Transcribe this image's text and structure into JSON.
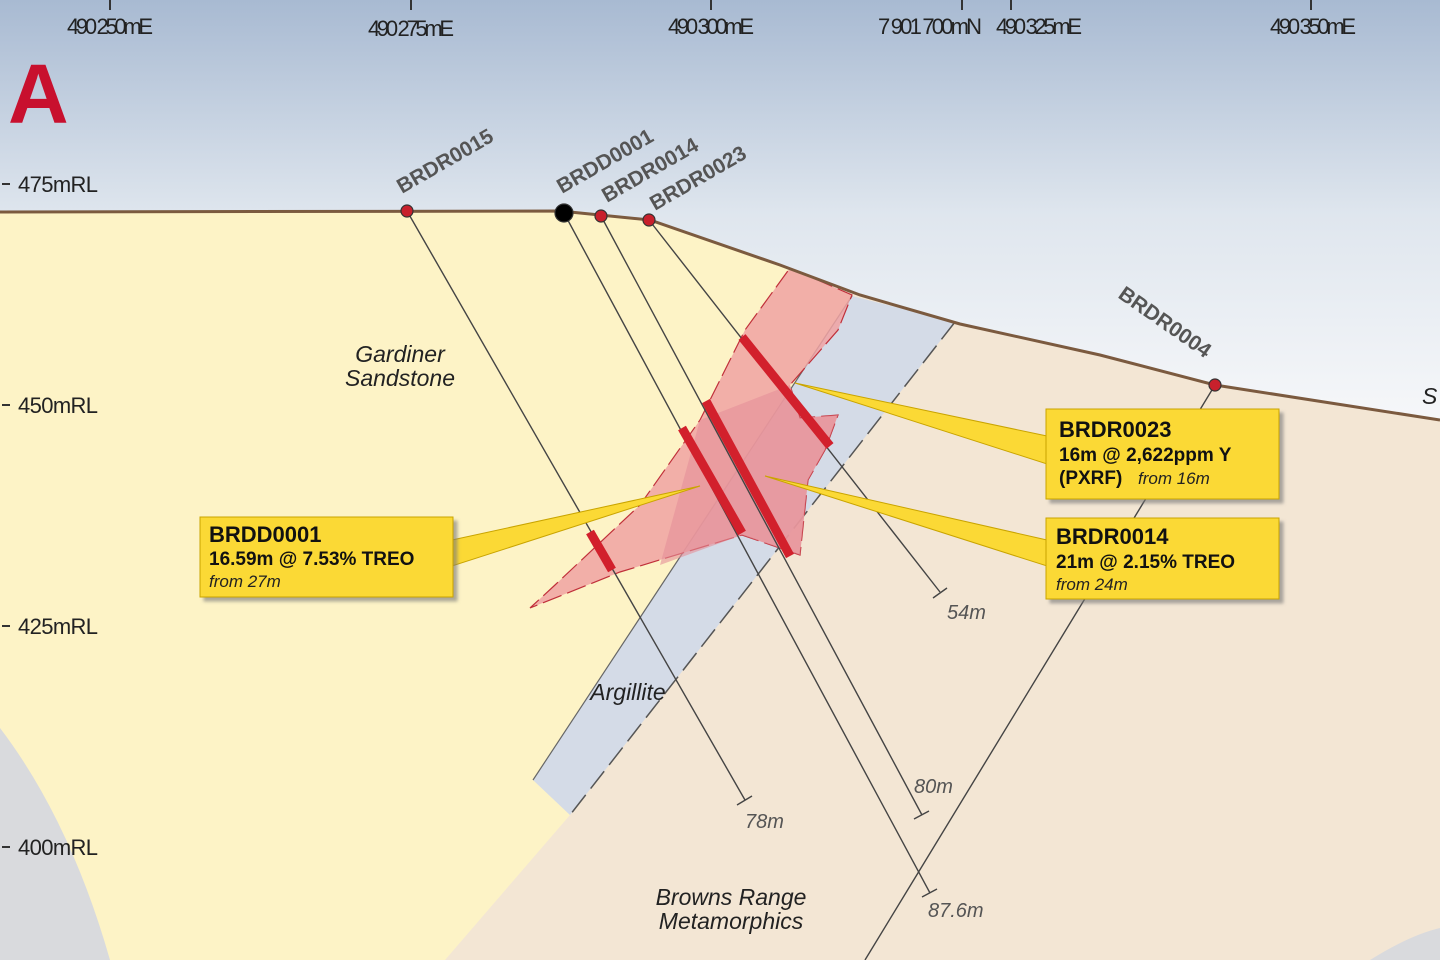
{
  "section_label": "A",
  "easting_labels": [
    "490 250mE",
    "490 275mE",
    "490 300mE",
    "490 325mE",
    "490 350mE"
  ],
  "northing_label": "7 901 700mN",
  "rl_labels": [
    "475mRL",
    "450mRL",
    "425mRL",
    "400mRL"
  ],
  "holes": {
    "brdr0015": {
      "name": "BRDR0015",
      "depth": "78m"
    },
    "brdd0001": {
      "name": "BRDD0001",
      "depth": "87.6m"
    },
    "brdr0014": {
      "name": "BRDR0014",
      "depth": "80m"
    },
    "brdr0023": {
      "name": "BRDR0023",
      "depth": "54m"
    },
    "brdr0004": {
      "name": "BRDR0004"
    }
  },
  "formations": {
    "sandstone": [
      "Gardiner",
      "Sandstone"
    ],
    "argillite": "Argillite",
    "metamorphics": [
      "Browns Range",
      "Metamorphics"
    ],
    "edge_partial": "S"
  },
  "callouts": {
    "brdd0001": {
      "title": "BRDD0001",
      "line1": "16.59m @ 7.53% TREO",
      "line2": "from 27m"
    },
    "brdr0023": {
      "title": "BRDR0023",
      "line1": "16m @ 2,622ppm Y",
      "line2_bold": "(PXRF)",
      "line2_italic": "from 16m"
    },
    "brdr0014": {
      "title": "BRDR0014",
      "line1": "21m @ 2.15% TREO",
      "line2": "from 24m"
    }
  },
  "colors": {
    "sky_top": "#a8bad2",
    "sandstone": "#fdf3c6",
    "metamorphics": "#f3e6d4",
    "argillite": "#d4dbe7",
    "ore": "#ef9f9f",
    "intercept": "#d2202c",
    "callout": "#fbd935",
    "surface": "#7b5a3f"
  }
}
